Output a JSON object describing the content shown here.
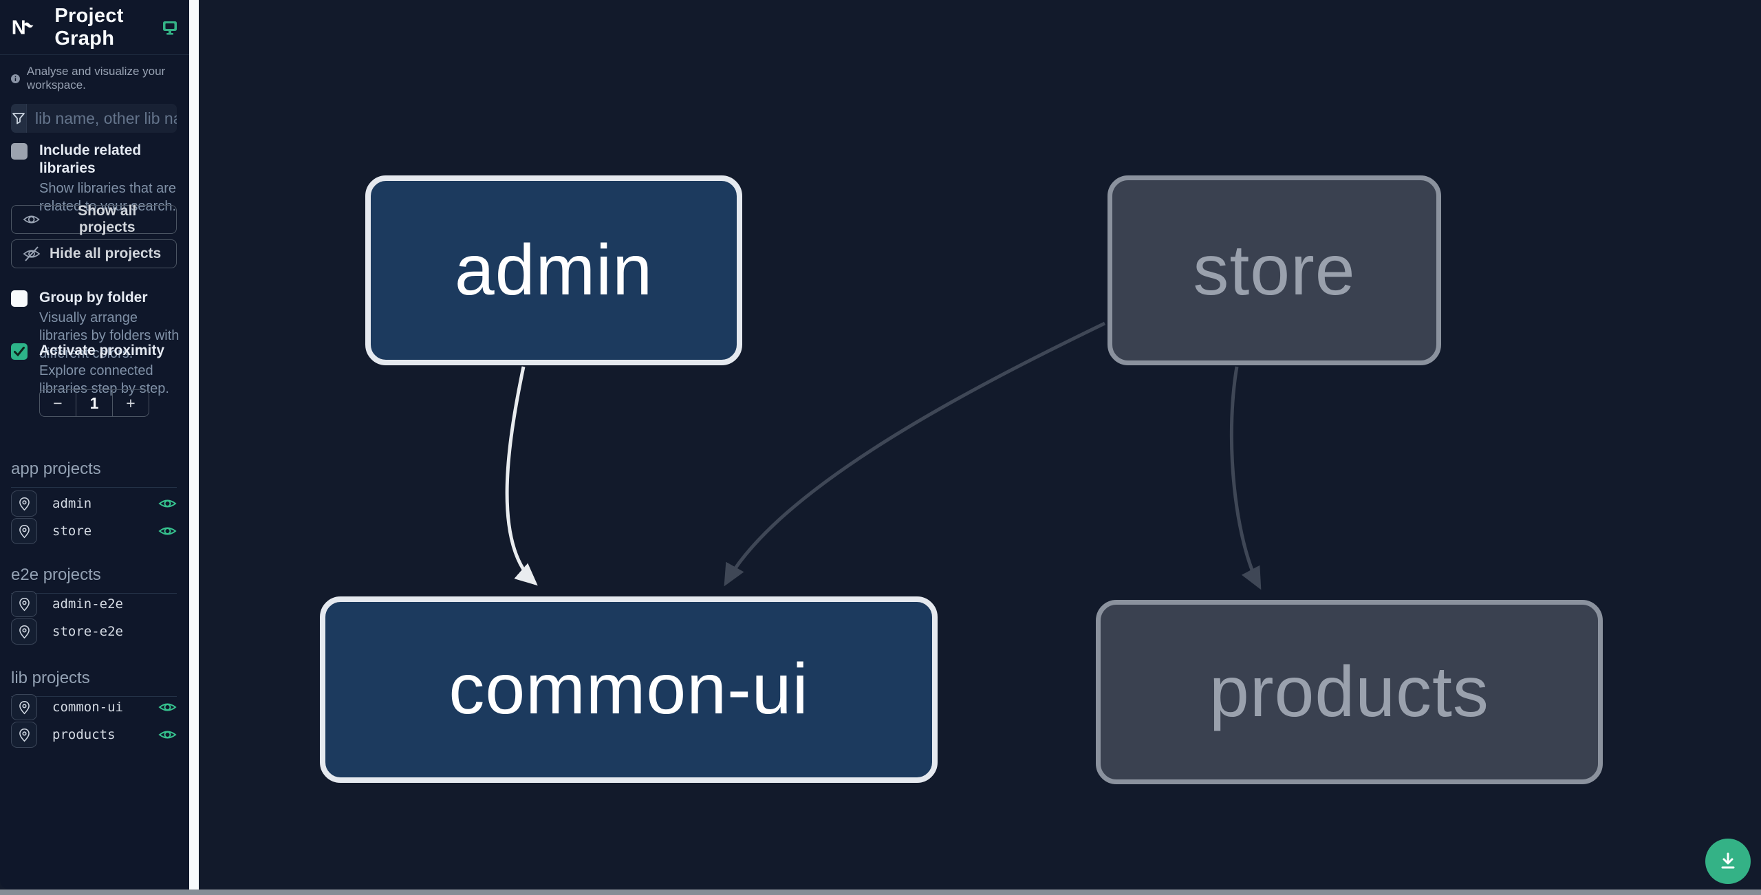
{
  "header": {
    "title": "Project Graph"
  },
  "sidebar": {
    "tagline": "Analyse and visualize your workspace.",
    "filter": {
      "placeholder": "lib name, other lib name",
      "value": ""
    },
    "checkboxes": [
      {
        "label": "Include related libraries",
        "description": "Show libraries that are related to your search.",
        "checked": false
      },
      {
        "label": "Group by folder",
        "description": "Visually arrange libraries by folders with different colors.",
        "checked": false
      },
      {
        "label": "Activate proximity",
        "description": "Explore connected libraries step by step.",
        "checked": true
      }
    ],
    "buttons": {
      "show_all": "Show all projects",
      "hide_all": "Hide all projects"
    },
    "counter": {
      "minus": "−",
      "value": "1",
      "plus": "+"
    },
    "sections": [
      {
        "heading": "app projects",
        "items": [
          {
            "name": "admin",
            "visible": true
          },
          {
            "name": "store",
            "visible": true
          }
        ]
      },
      {
        "heading": "e2e projects",
        "items": [
          {
            "name": "admin-e2e",
            "visible": false
          },
          {
            "name": "store-e2e",
            "visible": false
          }
        ]
      },
      {
        "heading": "lib projects",
        "items": [
          {
            "name": "common-ui",
            "visible": true
          },
          {
            "name": "products",
            "visible": true
          }
        ]
      }
    ]
  },
  "graph": {
    "nodes": [
      {
        "id": "admin",
        "label": "admin",
        "state": "focused"
      },
      {
        "id": "store",
        "label": "store",
        "state": "muted"
      },
      {
        "id": "common-ui",
        "label": "common-ui",
        "state": "focused"
      },
      {
        "id": "products",
        "label": "products",
        "state": "muted"
      }
    ],
    "edges": [
      {
        "from": "admin",
        "to": "common-ui",
        "state": "highlighted"
      },
      {
        "from": "store",
        "to": "common-ui",
        "state": "muted"
      },
      {
        "from": "store",
        "to": "products",
        "state": "muted"
      }
    ]
  },
  "colors": {
    "accent_teal": "#34b286",
    "eye_green": "#36c28e",
    "node_focused_fill": "#1c3a5e",
    "node_focused_border": "#e5e9ef",
    "node_muted_fill": "#3a4150",
    "node_muted_border": "#8b929e",
    "edge_highlighted": "#e9ecef",
    "edge_muted": "#3f4756",
    "sidebar_bg": "#0f172a",
    "canvas_bg": "#121a2b"
  }
}
